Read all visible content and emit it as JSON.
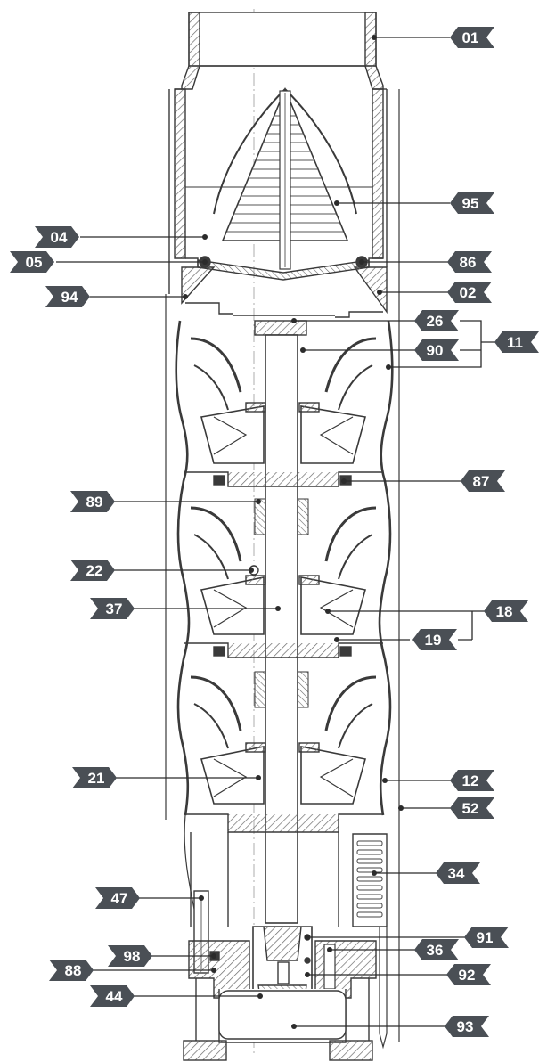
{
  "diagram": {
    "labels": [
      {
        "id": "01",
        "side": "right"
      },
      {
        "id": "95",
        "side": "right"
      },
      {
        "id": "04",
        "side": "left"
      },
      {
        "id": "05",
        "side": "left"
      },
      {
        "id": "86",
        "side": "right"
      },
      {
        "id": "94",
        "side": "left"
      },
      {
        "id": "02",
        "side": "right"
      },
      {
        "id": "26",
        "side": "right"
      },
      {
        "id": "11",
        "side": "right"
      },
      {
        "id": "90",
        "side": "right"
      },
      {
        "id": "87",
        "side": "right"
      },
      {
        "id": "89",
        "side": "left"
      },
      {
        "id": "22",
        "side": "left"
      },
      {
        "id": "37",
        "side": "left"
      },
      {
        "id": "18",
        "side": "right"
      },
      {
        "id": "19",
        "side": "right"
      },
      {
        "id": "21",
        "side": "left"
      },
      {
        "id": "12",
        "side": "right"
      },
      {
        "id": "52",
        "side": "right"
      },
      {
        "id": "34",
        "side": "right"
      },
      {
        "id": "47",
        "side": "left"
      },
      {
        "id": "91",
        "side": "right"
      },
      {
        "id": "98",
        "side": "left"
      },
      {
        "id": "36",
        "side": "right"
      },
      {
        "id": "88",
        "side": "left"
      },
      {
        "id": "92",
        "side": "right"
      },
      {
        "id": "44",
        "side": "left"
      },
      {
        "id": "93",
        "side": "right"
      }
    ],
    "colors": {
      "tag_fill": "#4a4f55",
      "tag_text": "#ffffff",
      "line": "#2b2b2b",
      "drawing": "#3a3a3a",
      "hatch": "#6b6b6b"
    }
  }
}
